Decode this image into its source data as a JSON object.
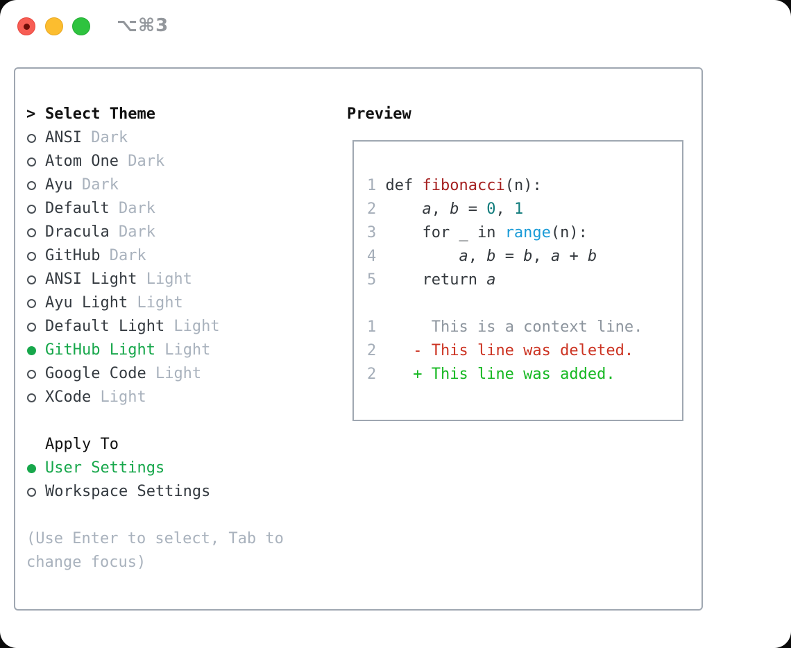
{
  "titlebar": {
    "shortcut": "⌥⌘3",
    "buttons": [
      "close",
      "minimize",
      "zoom"
    ]
  },
  "theme_selector": {
    "marker": ">",
    "title": "Select Theme",
    "items": [
      {
        "name": "ANSI",
        "variant": "Dark",
        "selected": false
      },
      {
        "name": "Atom One",
        "variant": "Dark",
        "selected": false
      },
      {
        "name": "Ayu",
        "variant": "Dark",
        "selected": false
      },
      {
        "name": "Default",
        "variant": "Dark",
        "selected": false
      },
      {
        "name": "Dracula",
        "variant": "Dark",
        "selected": false
      },
      {
        "name": "GitHub",
        "variant": "Dark",
        "selected": false
      },
      {
        "name": "ANSI Light",
        "variant": "Light",
        "selected": false
      },
      {
        "name": "Ayu Light",
        "variant": "Light",
        "selected": false
      },
      {
        "name": "Default Light",
        "variant": "Light",
        "selected": false
      },
      {
        "name": "GitHub Light",
        "variant": "Light",
        "selected": true
      },
      {
        "name": "Google Code",
        "variant": "Light",
        "selected": false
      },
      {
        "name": "XCode",
        "variant": "Light",
        "selected": false
      }
    ]
  },
  "apply_to": {
    "title": "Apply To",
    "options": [
      {
        "label": "User Settings",
        "selected": true
      },
      {
        "label": "Workspace Settings",
        "selected": false
      }
    ]
  },
  "hint": "(Use Enter to select, Tab to change focus)",
  "preview": {
    "title": "Preview",
    "code_lines": [
      [
        {
          "t": "1 ",
          "c": "lineno"
        },
        {
          "t": "def ",
          "c": "code"
        },
        {
          "t": "fibonacci",
          "c": "func"
        },
        {
          "t": "(n):",
          "c": "code"
        }
      ],
      [
        {
          "t": "2 ",
          "c": "lineno"
        },
        {
          "t": "    ",
          "c": "code"
        },
        {
          "t": "a",
          "c": "var"
        },
        {
          "t": ", ",
          "c": "code"
        },
        {
          "t": "b",
          "c": "var"
        },
        {
          "t": " = ",
          "c": "code"
        },
        {
          "t": "0",
          "c": "num"
        },
        {
          "t": ", ",
          "c": "code"
        },
        {
          "t": "1",
          "c": "num"
        }
      ],
      [
        {
          "t": "3 ",
          "c": "lineno"
        },
        {
          "t": "    for _ in ",
          "c": "code"
        },
        {
          "t": "range",
          "c": "builtin"
        },
        {
          "t": "(n):",
          "c": "code"
        }
      ],
      [
        {
          "t": "4 ",
          "c": "lineno"
        },
        {
          "t": "        ",
          "c": "code"
        },
        {
          "t": "a",
          "c": "var"
        },
        {
          "t": ", ",
          "c": "code"
        },
        {
          "t": "b",
          "c": "var"
        },
        {
          "t": " = ",
          "c": "code"
        },
        {
          "t": "b",
          "c": "var"
        },
        {
          "t": ", ",
          "c": "code"
        },
        {
          "t": "a",
          "c": "var"
        },
        {
          "t": " + ",
          "c": "code"
        },
        {
          "t": "b",
          "c": "var"
        }
      ],
      [
        {
          "t": "5 ",
          "c": "lineno"
        },
        {
          "t": "    return ",
          "c": "code"
        },
        {
          "t": "a",
          "c": "var"
        }
      ]
    ],
    "diff_lines": [
      [
        {
          "t": "1",
          "c": "lineno"
        },
        {
          "t": "      ",
          "c": "plain"
        },
        {
          "t": "This is a context line.",
          "c": "context"
        }
      ],
      [
        {
          "t": "2",
          "c": "lineno"
        },
        {
          "t": "    ",
          "c": "plain"
        },
        {
          "t": "- This line was deleted.",
          "c": "deleted"
        }
      ],
      [
        {
          "t": "2",
          "c": "lineno"
        },
        {
          "t": "    ",
          "c": "plain"
        },
        {
          "t": "+ This line was added.",
          "c": "added"
        }
      ]
    ]
  },
  "colors": {
    "selected_green": "#17a74b",
    "added_green": "#16b822",
    "deleted_red": "#cc3322",
    "function_red": "#a52020",
    "number_teal": "#0f7b7b",
    "builtin_blue": "#1a9bd7",
    "context_gray": "#8d959e",
    "line_number_gray": "#a4adb8",
    "muted_gray": "#a9b2bd",
    "text_dark": "#33383d",
    "item_text": "#343a40",
    "border_gray": "#9fa7b1"
  }
}
